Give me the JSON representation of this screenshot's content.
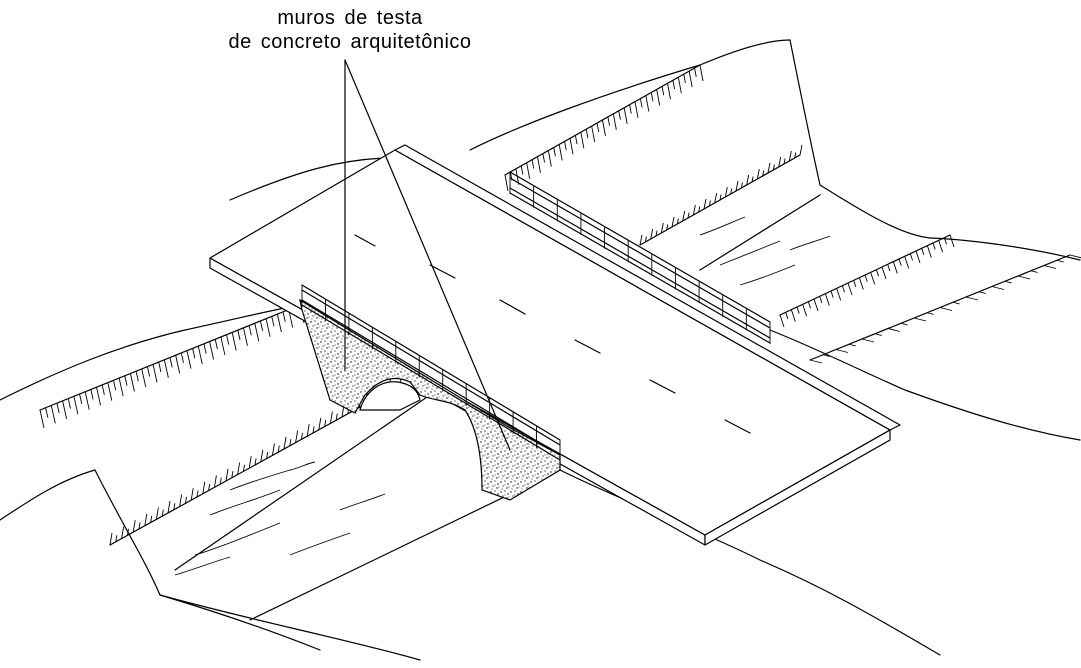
{
  "annotation": {
    "line1": "muros de testa",
    "line2": "de concreto arquitetônico"
  },
  "figure": {
    "elements": [
      "leader-lines",
      "bridge-deck",
      "lane-dashes",
      "railings",
      "headwall",
      "culvert-arch",
      "channel-slopes",
      "water-lines"
    ]
  }
}
